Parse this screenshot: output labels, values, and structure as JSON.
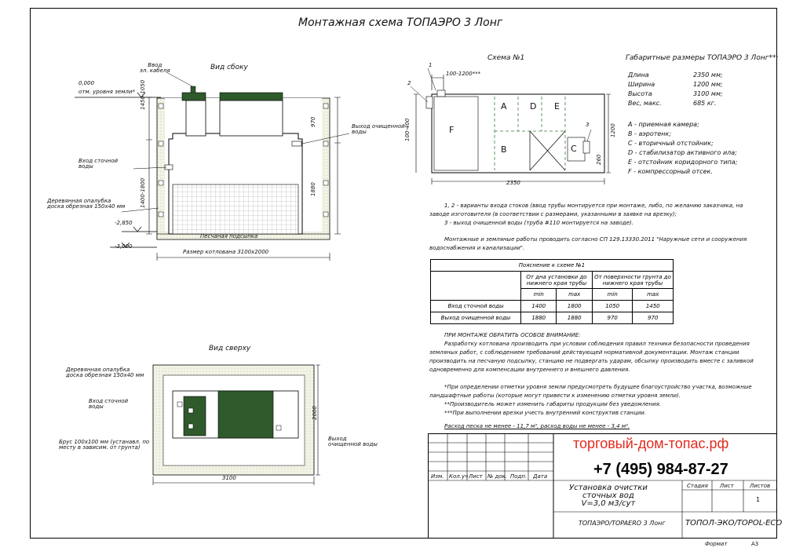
{
  "title": "Монтажная схема ТОПАЭРО 3 Лонг",
  "side_view": {
    "heading": "Вид сбоку",
    "cable_in": "Ввод\nэл. кабеля",
    "level0": "0,000",
    "level0_note": "отм. уровня земли*",
    "h_top": "1450-1050",
    "h_bottom": "1400-1800",
    "inlet": "Вход сточной\nводы",
    "formwork": "Деревянная опалубка\nдоска обрезная 150x40 мм",
    "level285": "-2,850",
    "level3": "-3,000",
    "sand": "Песчаная подсыпка",
    "pit": "Размер котлована 3100x2000",
    "outlet": "Выход очищенной\nводы",
    "d970": "970",
    "d1880": "1880"
  },
  "top_view": {
    "heading": "Вид сверху",
    "formwork": "Деревянная опалубка\nдоска обрезная 150x40 мм",
    "inlet": "Вход сточной\nводы",
    "beam": "Брус 100x100 мм (устанавл. по\nместу в зависим. от грунта)",
    "outlet": "Выход\nочищенной воды",
    "w3100": "3100",
    "h2000": "2000"
  },
  "scheme": {
    "heading": "Схема №1",
    "n1": "1",
    "n2": "2",
    "n3": "3",
    "d100": "100-1200***",
    "d100_400": "100-400",
    "d1200": "1200",
    "d260": "260",
    "d2350": "2350",
    "labels": [
      "A",
      "D",
      "E",
      "F",
      "B",
      "C"
    ]
  },
  "dims": {
    "heading": "Габаритные размеры ТОПАЭРО 3 Лонг**:",
    "rows": [
      {
        "k": "Длина",
        "v": "2350 мм;"
      },
      {
        "k": "Ширина",
        "v": "1200 мм;"
      },
      {
        "k": "Высота",
        "v": "3100 мм;"
      },
      {
        "k": "Вес, макс.",
        "v": "685 кг."
      }
    ],
    "legend": [
      "A - приемная камера;",
      "B - аэротенк;",
      "C - вторичный отстойник;",
      "D - стабилизатор активного ила;",
      "E - отстойник коридорного типа;",
      "F - компрессорный отсек."
    ]
  },
  "notes": {
    "n1": "1, 2 - варианты входа стоков (ввод трубы монтируется при монтаже, либо, по желанию заказчика, на",
    "n1b": "заводе изготовителя (в соответствии с размерами, указанными в заявке на врезку);",
    "n3": "3 - выход очищенной воды (труба #110 монтируется на заводе).",
    "n4": "Монтажные и земляные работы проводить согласно СП 129.13330.2011 \"Наружные сети и сооружения",
    "n4b": "водоснабжения и канализации\"."
  },
  "table": {
    "caption": "Пояснение к схеме №1",
    "h1": "От дна установки до нижнего края трубы",
    "h2": "От поверхности грунта до нижнего края трубы",
    "min": "min",
    "max": "max",
    "rows": [
      {
        "name": "Вход сточной воды",
        "v": [
          "1400",
          "1800",
          "1050",
          "1450"
        ]
      },
      {
        "name": "Выход очищенной воды",
        "v": [
          "1880",
          "1880",
          "970",
          "970"
        ]
      }
    ]
  },
  "attention": {
    "heading": "ПРИ МОНТАЖЕ ОБРАТИТЬ ОСОБОЕ ВНИМАНИЕ:",
    "lines": [
      "Разработку котлована производить при условии соблюдения правил техники безопасности проведения",
      "земляных работ, с соблюдением требований действующей нормативной документации. Монтаж станции",
      "производить на песчаную подсыпку, станцию не подвергать ударам, обсыпку производить вместе с заливкой",
      "одновременно для компенсации внутреннего и внешнего давления."
    ],
    "foot": [
      "*При определении отметки уровня земли предусмотреть будущее благоустройство участка, возможные",
      "ландшафтные работы (которые могут привести к изменению отметки уровня земли).",
      "**Производитель может изменить габариты продукции без уведомления.",
      "***При выполнении врезки учесть внутренний конструктив станции."
    ],
    "sand": "Расход песка не менее - 11,7 м³, расход воды не менее - 3,4 м³."
  },
  "stamp": {
    "site": "торговый-дом-топас.рф",
    "phone": "+7 (495) 984-87-27",
    "cols": [
      "Изм.",
      "Кол.уч",
      "Лист",
      "№ док.",
      "Подп.",
      "Дата"
    ],
    "product": "Установка очистки\nсточных вод\nV=3,0 м3/сут",
    "stage": "Стадия",
    "sheet": "Лист",
    "sheets": "Листов",
    "sheets_val": "1",
    "model": "ТОПАЭРО/TOPAERO 3 Лонг",
    "company": "ТОПОЛ-ЭКО/TOPOL-ECO",
    "format": "Формат",
    "format_val": "A3"
  },
  "colors": {
    "tank_green": "#2f5a2c",
    "hatch": "#f2f2e4",
    "red": "#e32b1e"
  }
}
